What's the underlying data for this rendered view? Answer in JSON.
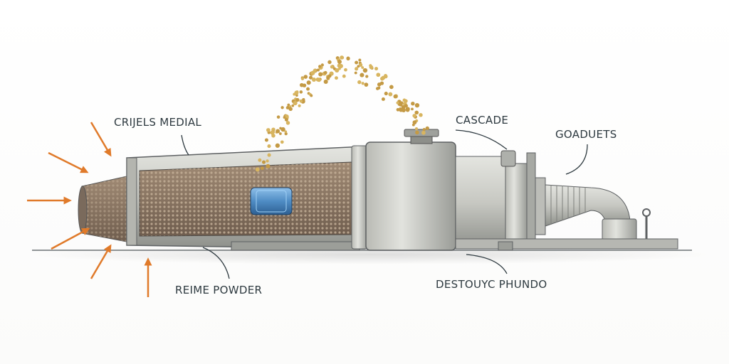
{
  "labels": {
    "top_left": "CRIJELS MEDIAL",
    "cascade": "CASCADE",
    "right": "GOADUETS",
    "bottom_left": "REIME POWDER",
    "bottom_right": "DESTOUYC PHUNDO"
  },
  "colors": {
    "arrow": "#e07a2a",
    "metal": "#c9cac4",
    "metal_dark": "#8f918c",
    "powder": "#8a7462",
    "particle": "#d8b560",
    "rotor": "#4f8cc4",
    "text": "#2e3a40"
  }
}
